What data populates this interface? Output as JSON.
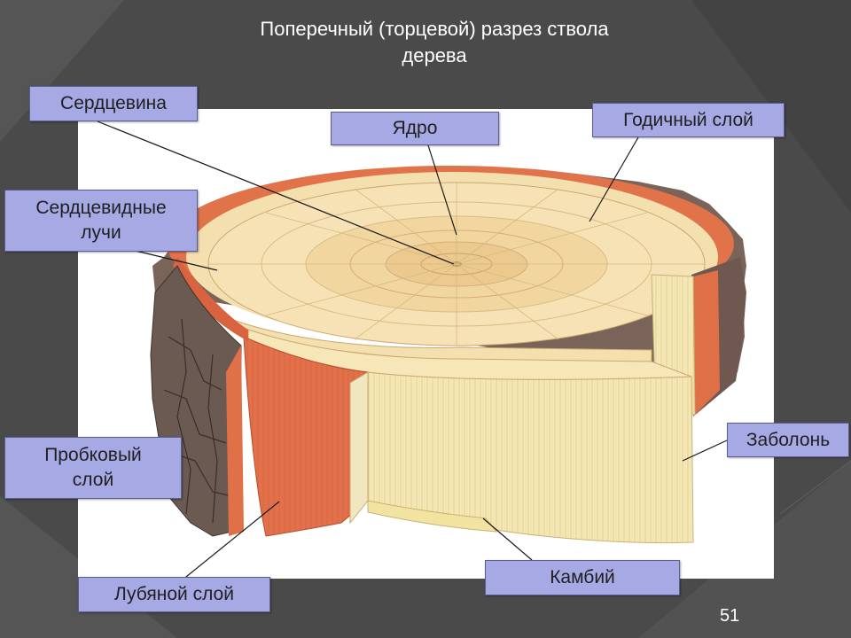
{
  "slide": {
    "title_line1": "Поперечный (торцевой) разрез ствола",
    "title_line2": "дерева",
    "page_number": "51"
  },
  "labels": {
    "pith": "Сердцевина",
    "core": "Ядро",
    "annual_ring": "Годичный слой",
    "pith_rays_line1": "Сердцевидные",
    "pith_rays_line2": "лучи",
    "sapwood": "Заболонь",
    "cork_line1": "Пробковый",
    "cork_line2": "слой",
    "cambium": "Камбий",
    "bast": "Лубяной слой"
  },
  "colors": {
    "background": "#4a4a4a",
    "label_fill": "#a6a9e4",
    "bark": "#6b5c55",
    "bast": "#e2704a",
    "sapwood": "#f7e8b8",
    "heartwood": "#f3dcaa"
  }
}
